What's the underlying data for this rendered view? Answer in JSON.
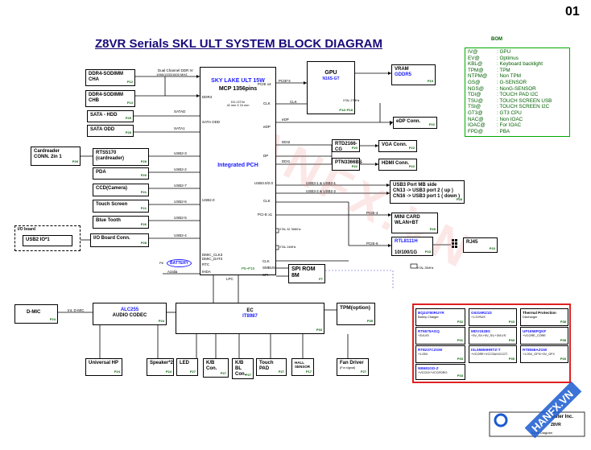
{
  "page_number": "01",
  "title": "Z8VR Serials SKL ULT SYSTEM BLOCK DIAGRAM",
  "watermark": "HANFX.VN",
  "bom": {
    "title": "BOM",
    "rows": [
      {
        "code": "IV@",
        "desc": ": GPU"
      },
      {
        "code": "EV@",
        "desc": ": Optimus"
      },
      {
        "code": "KBL@",
        "desc": ": Keyboard backlight"
      },
      {
        "code": "TPM@",
        "desc": ": TPM"
      },
      {
        "code": "NTPM@",
        "desc": ": Non TPM"
      },
      {
        "code": "GS@",
        "desc": ": G-SENSOR"
      },
      {
        "code": "NGS@",
        "desc": ": NonG-SENSOR"
      },
      {
        "code": "TDI@",
        "desc": ": TOUCH PAD I2C"
      },
      {
        "code": "TSU@",
        "desc": ": TOUCH SCREEN USB"
      },
      {
        "code": "TSI@",
        "desc": ": TOUCH SCREEN I2C"
      },
      {
        "code": "GT3@",
        "desc": ": GT3 CPU"
      },
      {
        "code": "NAC@",
        "desc": ": Non IOAC"
      },
      {
        "code": "IOAC@",
        "desc": ": For IOAC"
      },
      {
        "code": "FPD@",
        "desc": ": PBA"
      }
    ]
  },
  "cpu": {
    "name": "SKY LAKE ULT 15W",
    "model": "MCP 1356pins",
    "pch": "Integrated PCH",
    "dc": "DC=GT2e",
    "size": "42 mm X 24 mm"
  },
  "memory": {
    "bus_note": "Dual Channel DDR IV",
    "speeds": "1066/1333/1600 MHZ",
    "cha": {
      "name": "DDR4-SODIMM CHA",
      "page": "P12"
    },
    "chb": {
      "name": "DDR4-SODIMM CHB",
      "page": "P13"
    }
  },
  "storage": {
    "hdd": {
      "name": "SATA - HDD",
      "page": "P25"
    },
    "odd": {
      "name": "SATA ODD",
      "page": "P25"
    }
  },
  "gpu": {
    "name": "GPU",
    "model": "N16S-GT",
    "page": "P14~P18",
    "xtal": "XTAL 27MHz"
  },
  "vram": {
    "name": "VRAM",
    "type": "GDDR5",
    "page": "P19"
  },
  "edp": {
    "name": "eDP Conn.",
    "page": "P22"
  },
  "rtd": {
    "name": "RTD2166-CG",
    "page": "P20"
  },
  "vga": {
    "name": "VGA Conn.",
    "page": "P22"
  },
  "ptn": {
    "name": "PTN3366BS",
    "page": "P22"
  },
  "hdmi": {
    "name": "HDMI Conn.",
    "page": "P22"
  },
  "usb3": {
    "title": "USB3 Port MB side",
    "line1": "CN13 -> USB3 port 2 ( up )",
    "line2": "CN16 -> USB3 port 1 ( down )",
    "page": "P28"
  },
  "minicard": {
    "name": "MINI CARD",
    "sub": "WLAN+BT",
    "page": "P26"
  },
  "lan": {
    "name": "RTL8111H",
    "speed": "10/100/1G",
    "page": "P23",
    "xtal": "XTAL 25MHz"
  },
  "rj45": {
    "name": "RJ45",
    "page": "P23"
  },
  "cardreader_conn": {
    "name": "Cardreader",
    "sub": "CONN. 2in 1",
    "page": "P29"
  },
  "rts": {
    "name": "RTS5170",
    "sub": "(cardreader)",
    "page": "P29"
  },
  "pda": {
    "name": "PDA",
    "page": "P20"
  },
  "ccd": {
    "name": "CCD(Camera)",
    "page": "P21"
  },
  "touch": {
    "name": "Touch Screen",
    "page": "P21"
  },
  "bt": {
    "name": "Blue Tooth",
    "page": "P26"
  },
  "ioboard_group": "I/O board",
  "usb2io": {
    "name": "USB2 IO*1"
  },
  "ioconn": {
    "name": "I/O Board Conn.",
    "page": "P28"
  },
  "spi": {
    "name": "SPI ROM",
    "size": "8M",
    "page": "P7"
  },
  "ec": {
    "name": "EC",
    "model": "IT8987",
    "page": "P33"
  },
  "tpm": {
    "name": "TPM(option)",
    "page": "P35"
  },
  "codec": {
    "name": "ALC255",
    "sub": "AUDIO CODEC",
    "page": "P24"
  },
  "dmic": {
    "name": "D-MIC",
    "page": "P24",
    "link": "Int. D-MIC"
  },
  "battery": {
    "name": "BATTERY",
    "prefix": "P6"
  },
  "azalia": "Azalia",
  "bottom": [
    {
      "name": "Universal HP",
      "page": "P24"
    },
    {
      "name": "Speaker*2",
      "page": "P24"
    },
    {
      "name": "LED",
      "page": "P27"
    },
    {
      "name": "K/B Con.",
      "page": "P27"
    },
    {
      "name": "K/B BL Con.",
      "page": "P27"
    },
    {
      "name": "Touch PAD",
      "page": "P27"
    },
    {
      "name": "HALL SENSOR",
      "page": "P17"
    },
    {
      "name": "Fan Driver",
      "sub": "(For signal)",
      "page": "P27"
    }
  ],
  "pmic": [
    {
      "name": "BQ24780RUYR",
      "sub": "Batery Charger",
      "page": "P32"
    },
    {
      "name": "G5316RZ1D",
      "sub": "+1.2VSUS",
      "page": "P43"
    },
    {
      "name": "Thermal Protection",
      "sub": "Discharger",
      "page": "P38"
    },
    {
      "name": "RT6575AGQ",
      "sub": "+3VLVS",
      "page": "P31"
    },
    {
      "name": "MDV1528G",
      "sub": "+3V_SV,+5V_SV,+3VLVS",
      "page": "P33"
    },
    {
      "name": "UP1658PQKF",
      "sub": "+VCORE_CORE",
      "page": "P38"
    },
    {
      "name": "RT8237CZGW",
      "sub": "+1.05V",
      "page": "P33"
    },
    {
      "name": "ISL95859HRTZ-T",
      "sub": "+VCORE+VCCSA/VCCGT",
      "page": "P35"
    },
    {
      "name": "RT8068AZGW",
      "sub": "+1.05V_GFX/+3V_GFX",
      "page": "P40"
    },
    {
      "name": "NB681GD-Z",
      "sub": "+VCCIO/+VCCEDRO",
      "page": "P33"
    }
  ],
  "signals": {
    "pcie4": "PCIE*4",
    "pcie_x4": "PCIE x4",
    "clk": "CLK",
    "edp": "eDP",
    "dp": "DP",
    "ddi2": "DDI2",
    "ddi1": "DDI1",
    "usb30": "USB3.0/2.0",
    "usb20": "USB2.0",
    "usb23": "USB2-3",
    "usb22": "USB2-2",
    "usb27": "USB2-7",
    "usb26": "USB2-6",
    "usb25": "USB2-5",
    "usb24": "USB2-4",
    "usb3_1_2": "USB3-1 & USB2-1",
    "usb3_2_2": "USB3-2 & USB2-2",
    "satad": "SATAD",
    "sata1": "SATA1",
    "pcie_x1": "PCI-E x1",
    "pcie4b": "PCIE-4",
    "pcie6": "PCIE-6",
    "smb": "SMBUS",
    "dmic_clk": "DMIC_CLK3",
    "dmic_dat": "DMIC_DAT3",
    "rtc": "RTC",
    "ihda": "IHDA",
    "lpc": "LPC",
    "spi": "SPI",
    "p5p10": "P5~P10",
    "xtal32": "XTAL 32.768KHz",
    "xtal24": "XTAL 24MHz",
    "ddr4": "DDR4"
  }
}
